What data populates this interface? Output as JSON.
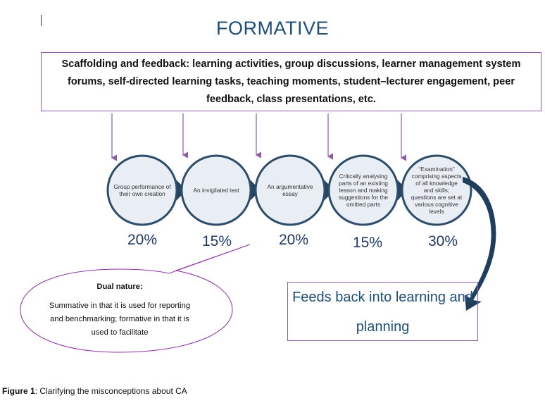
{
  "title": "FORMATIVE",
  "scaffolding": {
    "text": "Scaffolding and feedback: learning activities, group discussions, learner management system forums, self-directed learning tasks, teaching moments, student–lecturer engagement, peer feedback, class presentations, etc."
  },
  "assessments": [
    {
      "label": "Group performance of their own creation",
      "weight": "20%"
    },
    {
      "label": "An invigilated test",
      "weight": "15%"
    },
    {
      "label": "An argumentative essay",
      "weight": "20%"
    },
    {
      "label": "Critically analysing parts of an existing lesson and making suggestions for the omitted parts",
      "weight": "15%"
    },
    {
      "label": "“Examination” comprising aspects of all knowledge and skills; questions are set at various cognitive levels",
      "weight": "30%"
    }
  ],
  "dual_nature": {
    "heading": "Dual nature:",
    "body": "Summative in that it is used for reporting and benchmarking; formative in that it is used to facilitate"
  },
  "feedback": {
    "text": "Feeds back into learning and planning"
  },
  "caption": {
    "label": "Figure 1",
    "text": ": Clarifying the misconceptions about CA"
  },
  "colors": {
    "title": "#1f4e79",
    "box_border": "#8e5ca8",
    "circle_fill": "#e9edf4",
    "circle_stroke": "#2e4d6b",
    "arrow": "#2b4a6a",
    "percent": "#1f3864"
  }
}
